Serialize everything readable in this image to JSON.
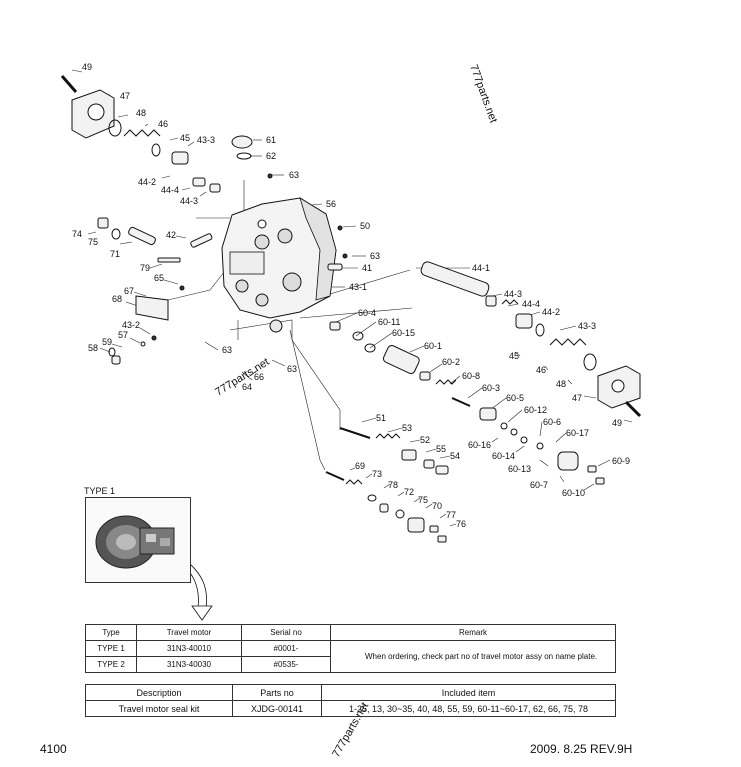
{
  "labels": {
    "l49a": "49",
    "l47a": "47",
    "l48a": "48",
    "l46a": "46",
    "l45a": "45",
    "l43_3a": "43-3",
    "l44_2a": "44-2",
    "l44_4a": "44-4",
    "l44_3a": "44-3",
    "l61": "61",
    "l62": "62",
    "l63a": "63",
    "l56": "56",
    "l50": "50",
    "l63b": "63",
    "l41": "41",
    "l43_1": "43-1",
    "l74": "74",
    "l75a": "75",
    "l71": "71",
    "l42": "42",
    "l79": "79",
    "l65": "65",
    "l67": "67",
    "l68": "68",
    "l57": "57",
    "l43_2": "43-2",
    "l59": "59",
    "l58": "58",
    "l63c": "63",
    "l64": "64",
    "l66": "66",
    "l63d": "63",
    "l44_1": "44-1",
    "l44_3b": "44-3",
    "l44_4b": "44-4",
    "l44_2b": "44-2",
    "l43_3b": "43-3",
    "l45b": "45",
    "l46b": "46",
    "l48b": "48",
    "l47b": "47",
    "l49b": "49",
    "l60_4": "60-4",
    "l60_11": "60-11",
    "l60_15": "60-15",
    "l60_1": "60-1",
    "l60_2": "60-2",
    "l60_8": "60-8",
    "l60_3": "60-3",
    "l60_5": "60-5",
    "l60_12": "60-12",
    "l60_6": "60-6",
    "l60_17": "60-17",
    "l60_16": "60-16",
    "l60_14": "60-14",
    "l60_13": "60-13",
    "l60_9": "60-9",
    "l60_7": "60-7",
    "l60_10": "60-10",
    "l51": "51",
    "l53": "53",
    "l52": "52",
    "l55": "55",
    "l54": "54",
    "l69": "69",
    "l73": "73",
    "l78": "78",
    "l72": "72",
    "l75b": "75",
    "l70": "70",
    "l77": "77",
    "l76": "76"
  },
  "watermarks": {
    "top": "777parts.net",
    "middle": "777parts.net",
    "bottom": "777parts.net"
  },
  "type1": {
    "label": "TYPE 1"
  },
  "table1": {
    "headers": [
      "Type",
      "Travel motor",
      "Serial no",
      "Remark"
    ],
    "rows": [
      {
        "type": "TYPE 1",
        "motor": "31N3-40010",
        "serial": "#0001-"
      },
      {
        "type": "TYPE 2",
        "motor": "31N3-40030",
        "serial": "#0535-"
      }
    ],
    "remark": "When ordering, check part no of travel motor assy on name plate."
  },
  "table2": {
    "headers": [
      "Description",
      "Parts no",
      "Included item"
    ],
    "row": {
      "description": "Travel motor seal kit",
      "parts_no": "XJDG-00141",
      "included": "1-25, 13, 30~35, 40, 48, 55, 59, 60-11~60-17, 62, 66, 75, 78"
    }
  },
  "footer": {
    "page": "4100",
    "date_rev": "2009. 8.25  REV.9H"
  }
}
